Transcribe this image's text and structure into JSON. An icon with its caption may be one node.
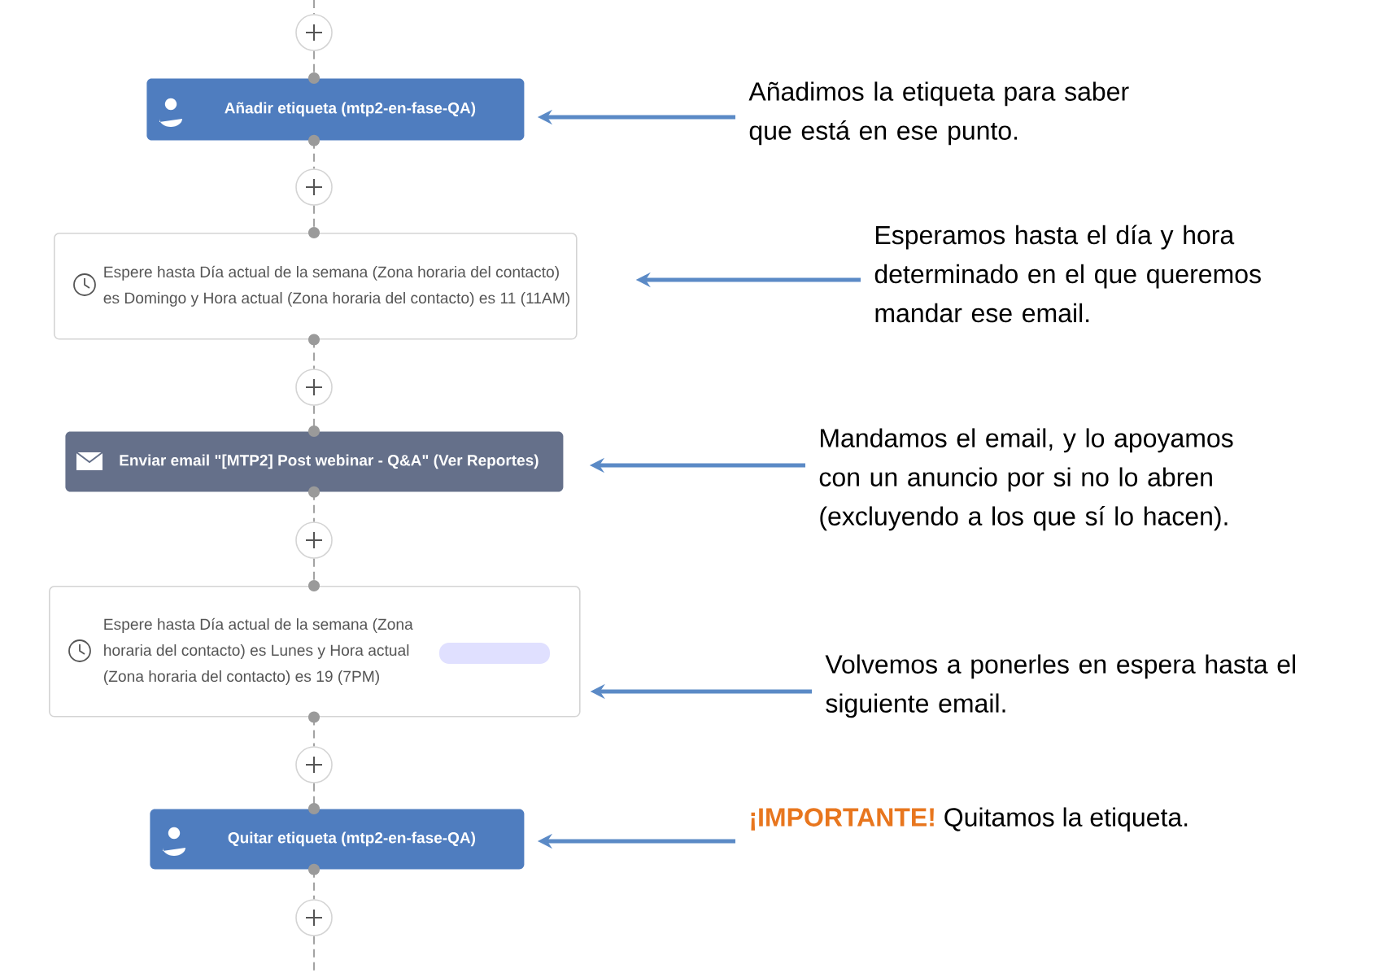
{
  "diagram": {
    "nodes": [
      {
        "text": [],
        "shape": "circle"
      },
      {
        "text": [
          "Añadir etiqueta (mtp2-en-fase-QA)"
        ]
      },
      {
        "text": [],
        "shape": "circle"
      },
      {
        "text": [
          "Espere hasta Día actual de la semana (Zona horaria del contacto) es Domingo y Hora actual (Zona horaria del contacto) es 11 (11AM)"
        ]
      },
      {
        "text": [],
        "shape": "circle"
      },
      {
        "text": [
          "Enviar email \"[MTP2] Post webinar - Q&A\" (Ver Reportes)"
        ]
      },
      {
        "text": [],
        "shape": "circle"
      },
      {
        "text": [
          "Espere hasta Día actual de la semana (Zona horaria del contacto) es Lunes y Hora actual (Zona horaria del contacto) es 19 (7PM)"
        ]
      },
      {
        "text": [],
        "shape": "circle"
      },
      {
        "text": [
          "Quitar etiqueta (mtp2-en-fase-QA)"
        ]
      },
      {
        "text": [],
        "shape": "circle"
      },
      {
        "text": [
          "Añadimos la etiqueta para saber que está en ese punto."
        ]
      },
      {
        "text": [
          "Esperamos hasta el día y hora determinado en el que queremos mandar ese email."
        ]
      },
      {
        "text": [
          "Mandamos el email, y lo apoyamos con un anuncio por si no lo abren (excluyendo a los que sí lo hacen)."
        ]
      },
      {
        "text": [
          "Volvemos a ponerles en espera hasta el siguiente email."
        ]
      },
      {
        "text": [
          "¡IMPORTANTE!",
          "Quitamos la etiqueta."
        ]
      }
    ],
    "edges": [
      {
        "from": null,
        "to": 0,
        "arrow": "none",
        "style": "dashed"
      },
      {
        "from": 0,
        "to": 1,
        "arrow": "other",
        "style": "dashed"
      },
      {
        "from": 1,
        "to": 2,
        "arrow": "other",
        "style": "dashed"
      },
      {
        "from": 2,
        "to": 3,
        "arrow": "other",
        "style": "dashed"
      },
      {
        "from": 3,
        "to": 4,
        "arrow": "other",
        "style": "dashed"
      },
      {
        "from": 4,
        "to": 5,
        "arrow": "other",
        "style": "dashed"
      },
      {
        "from": 5,
        "to": 6,
        "arrow": "other",
        "style": "dashed"
      },
      {
        "from": 6,
        "to": 7,
        "arrow": "other",
        "style": "dashed"
      },
      {
        "from": 7,
        "to": 8,
        "arrow": "other",
        "style": "dashed"
      },
      {
        "from": 8,
        "to": 9,
        "arrow": "other",
        "style": "dashed"
      },
      {
        "from": 9,
        "to": 10,
        "arrow": "other",
        "style": "dashed"
      },
      {
        "from": 10,
        "to": null,
        "arrow": "none",
        "style": "dashed"
      },
      {
        "from": 11,
        "to": 1,
        "arrow": "to",
        "style": "thick",
        "color": "#5b8ac6"
      },
      {
        "from": 12,
        "to": 3,
        "arrow": "to",
        "style": "thick",
        "color": "#5b8ac6"
      },
      {
        "from": 13,
        "to": 5,
        "arrow": "to",
        "style": "thick",
        "color": "#5b8ac6"
      },
      {
        "from": 14,
        "to": 7,
        "arrow": "to",
        "style": "thick",
        "color": "#5b8ac6"
      },
      {
        "from": 15,
        "to": 9,
        "arrow": "to",
        "style": "thick",
        "color": "#5b8ac6"
      }
    ]
  }
}
